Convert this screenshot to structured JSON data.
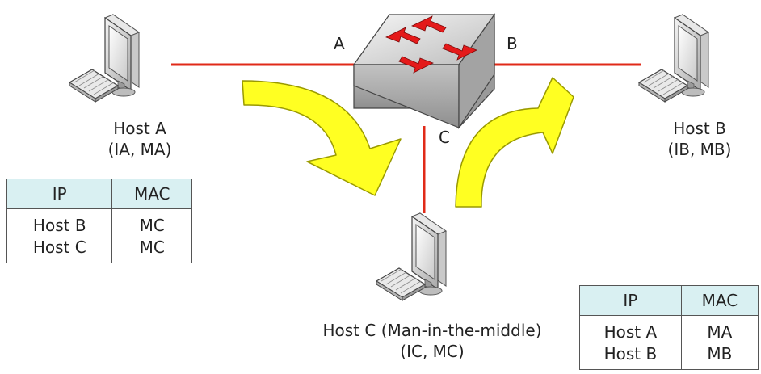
{
  "hosts": {
    "a": {
      "name": "Host A",
      "addr": "(IA, MA)"
    },
    "b": {
      "name": "Host B",
      "addr": "(IB, MB)"
    },
    "c": {
      "name": "Host C (Man-in-the-middle)",
      "addr": "(IC, MC)"
    }
  },
  "ports": {
    "a": "A",
    "b": "B",
    "c": "C"
  },
  "tables": {
    "left": {
      "headers": [
        "IP",
        "MAC"
      ],
      "rows": [
        [
          "Host B",
          "MC"
        ],
        [
          "Host C",
          "MC"
        ]
      ]
    },
    "right": {
      "headers": [
        "IP",
        "MAC"
      ],
      "rows": [
        [
          "Host A",
          "MA"
        ],
        [
          "Host B",
          "MB"
        ]
      ]
    }
  },
  "colors": {
    "link": "#e02a18",
    "arrow_fill": "#ffff22",
    "arrow_stroke": "#9a9a00",
    "table_header": "#d9f0f2"
  },
  "icons": [
    "computer-icon",
    "network-switch-icon",
    "flow-arrow-icon"
  ]
}
